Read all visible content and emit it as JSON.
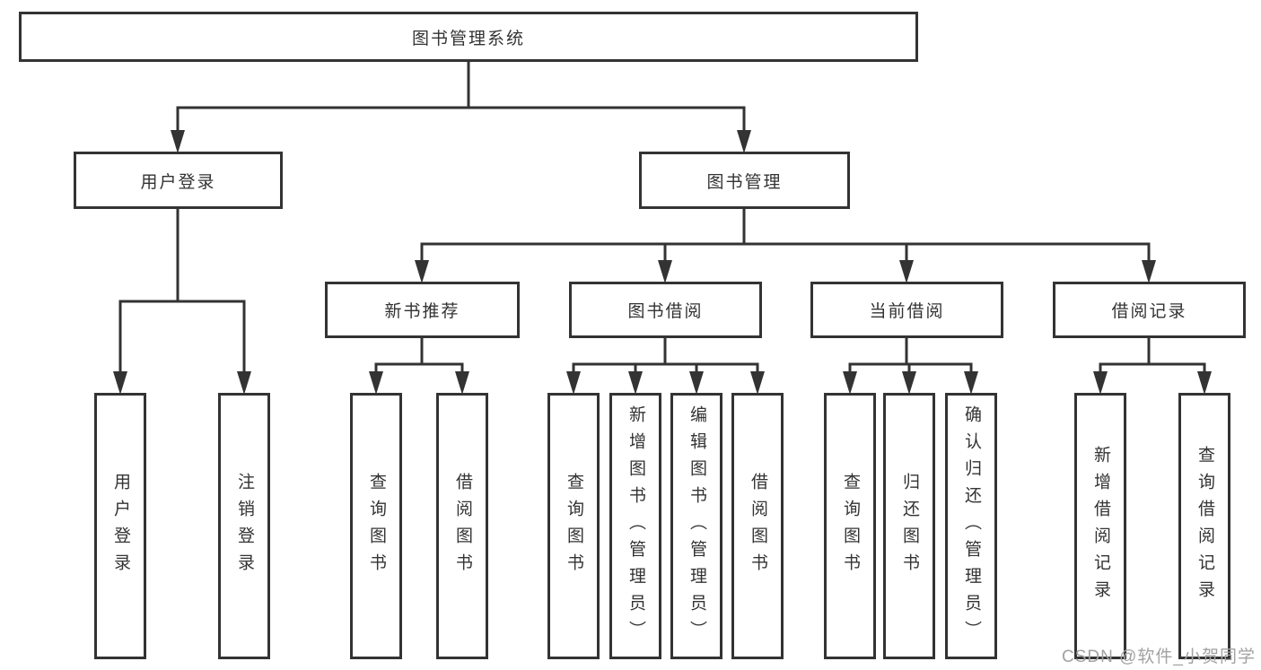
{
  "diagram": {
    "tree": {
      "label": "图书管理系统",
      "children": [
        {
          "label": "用户登录",
          "children": [
            {
              "label": "用户登录"
            },
            {
              "label": "注销登录"
            }
          ]
        },
        {
          "label": "图书管理",
          "children": [
            {
              "label": "新书推荐",
              "children": [
                {
                  "label": "查询图书"
                },
                {
                  "label": "借阅图书"
                }
              ]
            },
            {
              "label": "图书借阅",
              "children": [
                {
                  "label": "查询图书"
                },
                {
                  "label": "新增图书（管理员）"
                },
                {
                  "label": "编辑图书（管理员）"
                },
                {
                  "label": "借阅图书"
                }
              ]
            },
            {
              "label": "当前借阅",
              "children": [
                {
                  "label": "查询图书"
                },
                {
                  "label": "归还图书"
                },
                {
                  "label": "确认归还（管理员）"
                }
              ]
            },
            {
              "label": "借阅记录",
              "children": [
                {
                  "label": "新增借阅记录"
                },
                {
                  "label": "查询借阅记录"
                }
              ]
            }
          ]
        }
      ]
    },
    "colors": {
      "line": "#333333",
      "box_border": "#333333",
      "box_background": "#ffffff",
      "text": "#333333",
      "watermark": "#a2a2a2"
    },
    "watermark": "CSDN @软件_小贺同学"
  }
}
